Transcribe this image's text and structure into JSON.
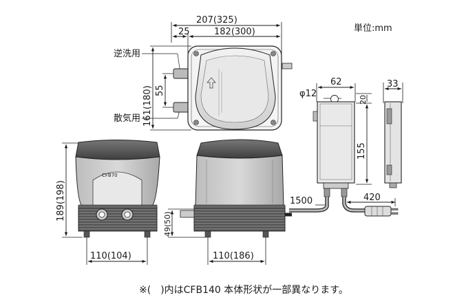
{
  "unit_label": "単位:mm",
  "top_view": {
    "overall_width": "207(325)",
    "offset": "25",
    "body_width": "182(300)",
    "height": "161(180)",
    "port_spacing": "55",
    "label_backwash": "逆洗用",
    "label_aeration": "散気用"
  },
  "control_box": {
    "width": "62",
    "diameter": "φ12",
    "top_offset": "20",
    "height": "155",
    "depth": "33",
    "cord_length": "1500",
    "plug_cord_length": "420"
  },
  "front_view": {
    "model": "CFB70",
    "height": "189(198)",
    "base_width": "110(104)"
  },
  "side_view": {
    "base_height": "49(50)",
    "base_width": "110(186)"
  },
  "footnote": "※(　)内はCFB140 本体形状が一部異なります。"
}
